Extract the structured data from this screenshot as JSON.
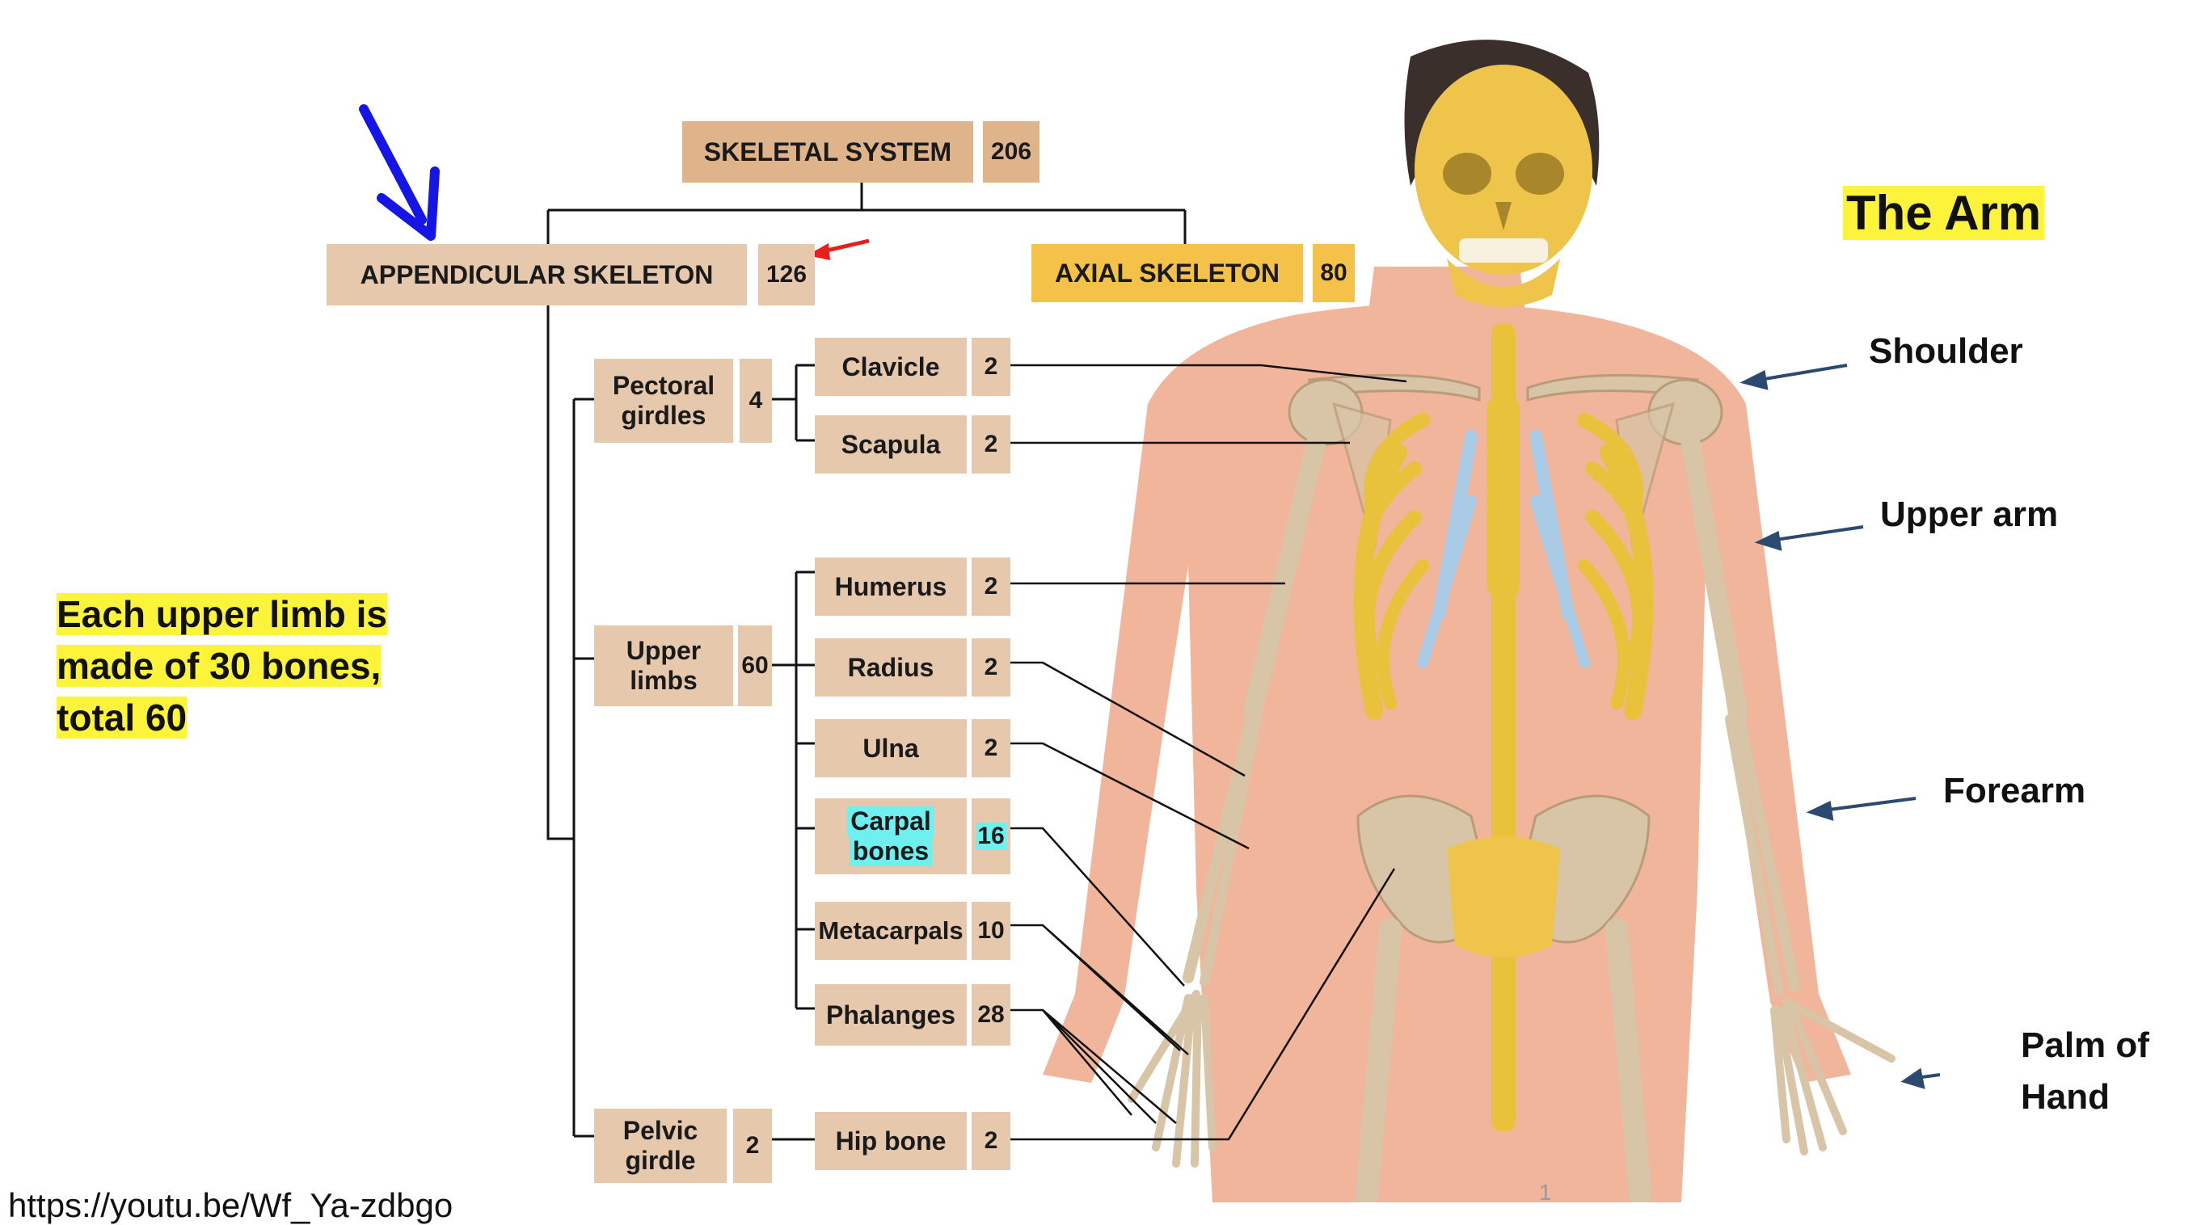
{
  "tree": {
    "root": {
      "label": "SKELETAL SYSTEM",
      "count": "206"
    },
    "appendicular": {
      "label": "APPENDICULAR SKELETON",
      "count": "126"
    },
    "axial": {
      "label": "AXIAL SKELETON",
      "count": "80"
    },
    "pectoral": {
      "label_line1": "Pectoral",
      "label_line2": "girdles",
      "count": "4"
    },
    "upper_limbs": {
      "label_line1": "Upper",
      "label_line2": "limbs",
      "count": "60"
    },
    "pelvic": {
      "label_line1": "Pelvic",
      "label_line2": "girdle",
      "count": "2"
    },
    "clavicle": {
      "label": "Clavicle",
      "count": "2"
    },
    "scapula": {
      "label": "Scapula",
      "count": "2"
    },
    "humerus": {
      "label": "Humerus",
      "count": "2"
    },
    "radius": {
      "label": "Radius",
      "count": "2"
    },
    "ulna": {
      "label": "Ulna",
      "count": "2"
    },
    "carpal": {
      "label_line1": "Carpal",
      "label_line2": "bones",
      "count": "16"
    },
    "metacarpals": {
      "label": "Metacarpals",
      "count": "10"
    },
    "phalanges": {
      "label": "Phalanges",
      "count": "28"
    },
    "hip_bone": {
      "label": "Hip bone",
      "count": "2"
    }
  },
  "notes": {
    "upper_limb_line1": "Each upper limb is",
    "upper_limb_line2": "made of 30 bones,",
    "upper_limb_line3": "total 60",
    "url": "https://youtu.be/Wf_Ya-zdbgo",
    "slide_number": "1"
  },
  "arm": {
    "title": "The Arm",
    "shoulder": "Shoulder",
    "upper_arm": "Upper arm",
    "forearm": "Forearm",
    "palm_line1": "Palm of",
    "palm_line2": "Hand"
  },
  "colors": {
    "box_tan": "#e6c8ac",
    "box_gold": "#f5c249",
    "highlight_yellow": "#fbf43a",
    "highlight_cyan": "#6df0ef",
    "arrow_blue": "#1515e6",
    "arrow_red": "#e62020",
    "pointer_arrow": "#2c4a70",
    "skin": "#f1b59b",
    "bone": "#d8c4a6",
    "axial_bone": "#e9c23c",
    "cartilage": "#a9cbe6"
  }
}
